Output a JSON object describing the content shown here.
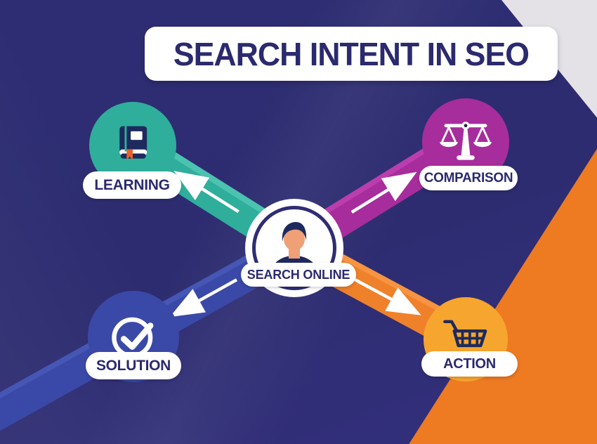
{
  "title": "SEARCH INTENT IN SEO",
  "center": {
    "label": "SEARCH ONLINE",
    "icon": "person-avatar-icon"
  },
  "nodes": [
    {
      "id": "learning",
      "label": "LEARNING",
      "icon": "book-icon",
      "color": "#2fae9c",
      "position": "top-left"
    },
    {
      "id": "comparison",
      "label": "COMPARISON",
      "icon": "scales-icon",
      "color": "#a72d9c",
      "position": "top-right"
    },
    {
      "id": "solution",
      "label": "SOLUTION",
      "icon": "check-circle-icon",
      "color": "#3a49a8",
      "position": "bottom-left"
    },
    {
      "id": "action",
      "label": "ACTION",
      "icon": "cart-icon",
      "color": "#f6a62e",
      "position": "bottom-right"
    }
  ],
  "colors": {
    "background_navy": "#2e2d74",
    "corner_triangle_gray": "#e4e2e6",
    "corner_wedge_orange": "#ee7a22",
    "band_teal": "#2fae9c",
    "band_magenta": "#a72d9c",
    "band_blue": "#3a49a8",
    "band_orange": "#f0812b",
    "label_text_navy": "#2b2a6e",
    "arrow_white": "#ffffff"
  }
}
